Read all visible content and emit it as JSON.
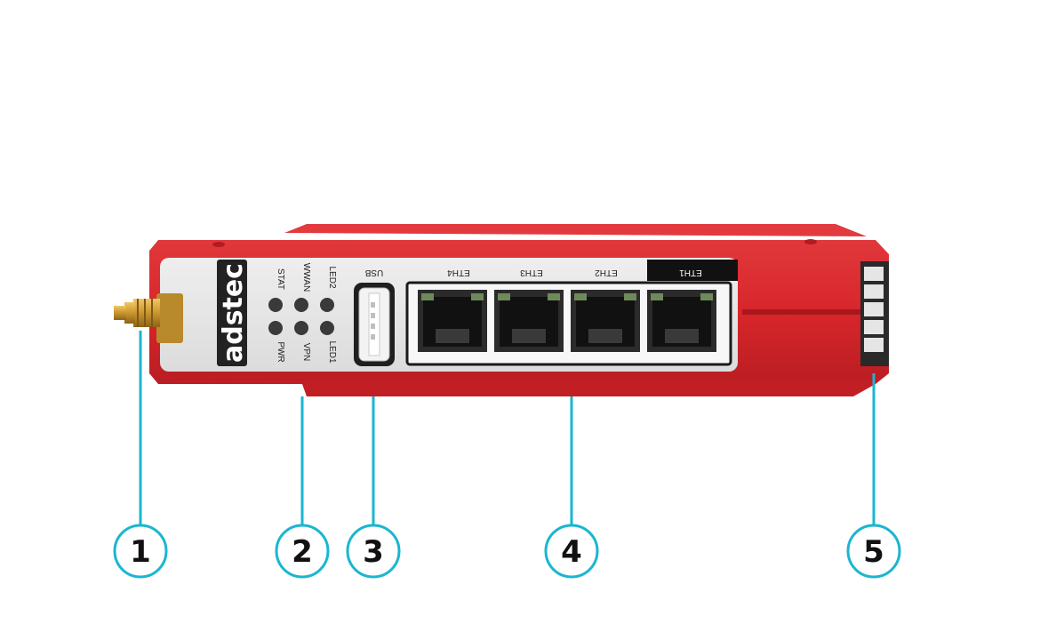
{
  "device": {
    "logo": "adstec",
    "led_labels": [
      "STAT",
      "WWAN",
      "LED2",
      "PWR",
      "VPN",
      "LED1"
    ],
    "usb_label": "USB",
    "eth_labels": [
      "ETH4",
      "ETH3",
      "ETH2",
      "ETH1"
    ]
  },
  "callouts": [
    "1",
    "2",
    "3",
    "4",
    "5"
  ],
  "colors": {
    "housing_red": "#d8262b",
    "housing_dark": "#a8171c",
    "panel_gray": "#e6e7e8",
    "callout_cyan": "#1ab6d0",
    "led_dark": "#3a3a3a",
    "antenna_gold": "#c9952f"
  }
}
